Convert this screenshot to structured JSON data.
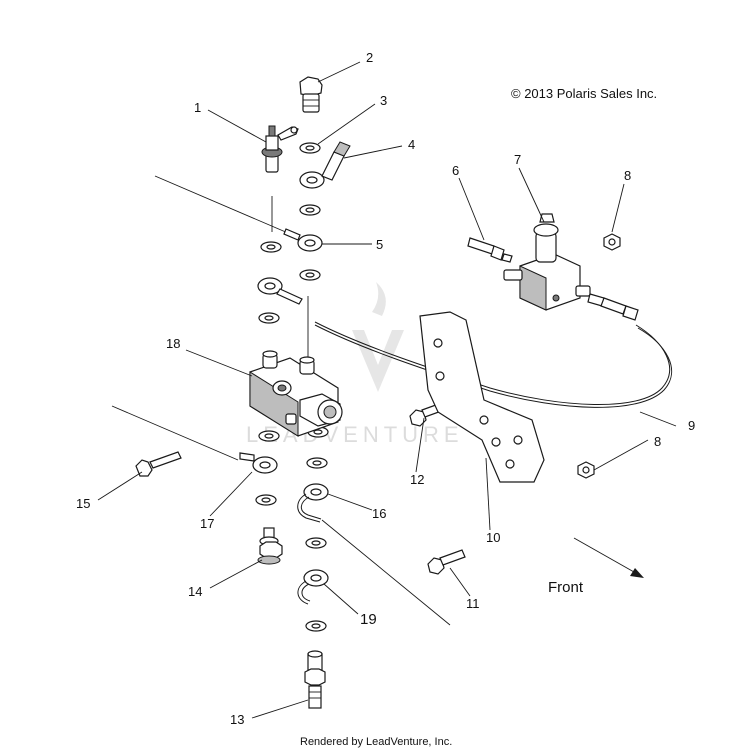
{
  "copyright": "© 2013 Polaris Sales Inc.",
  "footer": "Rendered by LeadVenture, Inc.",
  "watermark": "LEADVENTURE",
  "direction_label": "Front",
  "callouts": [
    {
      "id": "c1",
      "label": "1"
    },
    {
      "id": "c2",
      "label": "2"
    },
    {
      "id": "c3",
      "label": "3"
    },
    {
      "id": "c4",
      "label": "4"
    },
    {
      "id": "c5",
      "label": "5"
    },
    {
      "id": "c6",
      "label": "6"
    },
    {
      "id": "c7",
      "label": "7"
    },
    {
      "id": "c8a",
      "label": "8"
    },
    {
      "id": "c8b",
      "label": "8"
    },
    {
      "id": "c9",
      "label": "9"
    },
    {
      "id": "c10",
      "label": "10"
    },
    {
      "id": "c11",
      "label": "11"
    },
    {
      "id": "c12",
      "label": "12"
    },
    {
      "id": "c13",
      "label": "13"
    },
    {
      "id": "c14",
      "label": "14"
    },
    {
      "id": "c15",
      "label": "15"
    },
    {
      "id": "c16",
      "label": "16"
    },
    {
      "id": "c17",
      "label": "17"
    },
    {
      "id": "c18",
      "label": "18"
    },
    {
      "id": "c19",
      "label": "19"
    }
  ]
}
